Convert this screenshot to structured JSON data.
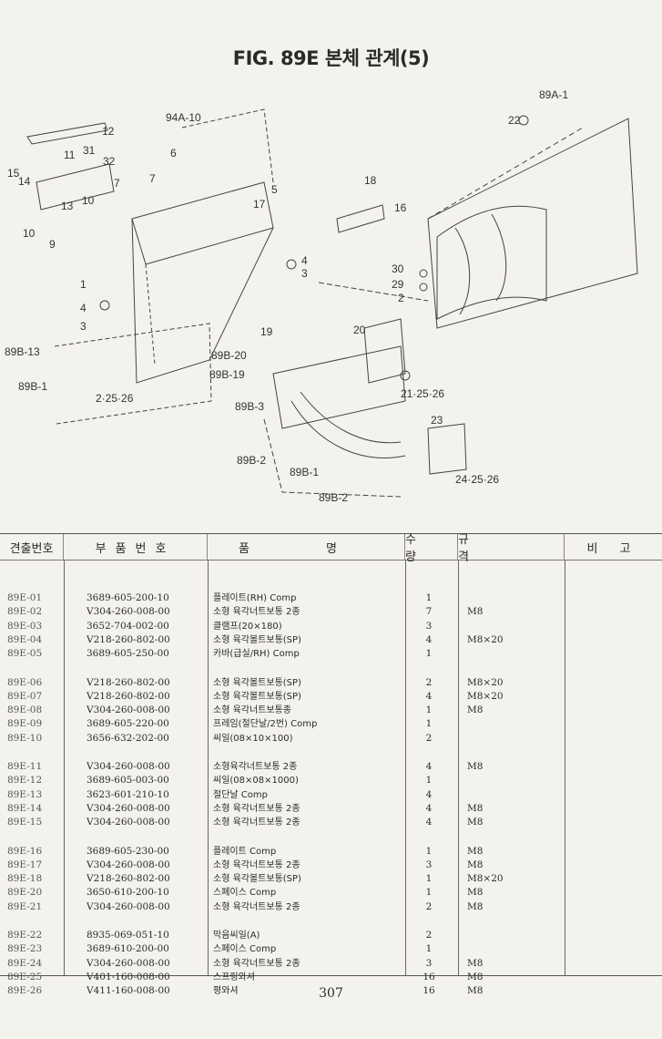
{
  "title": "FIG. 89E 본체 관계(5)",
  "diagram_labels": [
    "94A-10",
    "12",
    "6",
    "11",
    "31",
    "32",
    "15",
    "14",
    "7",
    "7",
    "5",
    "13",
    "10",
    "10",
    "9",
    "17",
    "18",
    "16",
    "89A-1",
    "22",
    "1",
    "4",
    "3",
    "4",
    "3",
    "30",
    "29",
    "2",
    "19",
    "20",
    "89B-13",
    "89B-20",
    "89B-19",
    "89B-1",
    "2·25·26",
    "21·25·26",
    "89B-3",
    "23",
    "89B-2",
    "89B-1",
    "24·25·26",
    "89B-2"
  ],
  "table": {
    "headers": [
      "견출번호",
      "부품번호",
      "품 명",
      "수 량",
      "규 격",
      "비 고"
    ],
    "rows": [
      {
        "no": "89E-01",
        "part": "3689-605-200-10",
        "name": "플레이트(RH) Comp",
        "qty": "1",
        "spec": ""
      },
      {
        "no": "89E-02",
        "part": "V304-260-008-00",
        "name": "소형 육각너트보통 2종",
        "qty": "7",
        "spec": "M8"
      },
      {
        "no": "89E-03",
        "part": "3652-704-002-00",
        "name": "클램프(20×180)",
        "qty": "3",
        "spec": ""
      },
      {
        "no": "89E-04",
        "part": "V218-260-802-00",
        "name": "소형 육각볼트보통(SP)",
        "qty": "4",
        "spec": "M8×20"
      },
      {
        "no": "89E-05",
        "part": "3689-605-250-00",
        "name": "카바(급실/RH) Comp",
        "qty": "1",
        "spec": ""
      },
      {
        "no": "89E-06",
        "part": "V218-260-802-00",
        "name": "소형 육각볼트보통(SP)",
        "qty": "2",
        "spec": "M8×20"
      },
      {
        "no": "89E-07",
        "part": "V218-260-802-00",
        "name": "소형 육각볼트보통(SP)",
        "qty": "4",
        "spec": "M8×20"
      },
      {
        "no": "89E-08",
        "part": "V304-260-008-00",
        "name": "소형 육각너트보통종",
        "qty": "1",
        "spec": "M8"
      },
      {
        "no": "89E-09",
        "part": "3689-605-220-00",
        "name": "프레임(절단날/2번) Comp",
        "qty": "1",
        "spec": ""
      },
      {
        "no": "89E-10",
        "part": "3656-632-202-00",
        "name": "씨일(08×10×100)",
        "qty": "2",
        "spec": ""
      },
      {
        "no": "89E-11",
        "part": "V304-260-008-00",
        "name": "소형육각너트보통 2종",
        "qty": "4",
        "spec": "M8"
      },
      {
        "no": "89E-12",
        "part": "3689-605-003-00",
        "name": "씨일(08×08×1000)",
        "qty": "1",
        "spec": ""
      },
      {
        "no": "89E-13",
        "part": "3623-601-210-10",
        "name": "절단날 Comp",
        "qty": "4",
        "spec": ""
      },
      {
        "no": "89E-14",
        "part": "V304-260-008-00",
        "name": "소형 육각너트보통 2종",
        "qty": "4",
        "spec": "M8"
      },
      {
        "no": "89E-15",
        "part": "V304-260-008-00",
        "name": "소형 육각너트보통 2종",
        "qty": "4",
        "spec": "M8"
      },
      {
        "no": "89E-16",
        "part": "3689-605-230-00",
        "name": "플레이트 Comp",
        "qty": "1",
        "spec": "M8"
      },
      {
        "no": "89E-17",
        "part": "V304-260-008-00",
        "name": "소형 육각너트보통 2종",
        "qty": "3",
        "spec": "M8"
      },
      {
        "no": "89E-18",
        "part": "V218-260-802-00",
        "name": "소형 육각볼트보통(SP)",
        "qty": "1",
        "spec": "M8×20"
      },
      {
        "no": "89E-20",
        "part": "3650-610-200-10",
        "name": "스페이스 Comp",
        "qty": "1",
        "spec": "M8"
      },
      {
        "no": "89E-21",
        "part": "V304-260-008-00",
        "name": "소형 육각너트보통 2종",
        "qty": "2",
        "spec": "M8"
      },
      {
        "no": "89E-22",
        "part": "8935-069-051-10",
        "name": "막음씨일(A)",
        "qty": "2",
        "spec": ""
      },
      {
        "no": "89E-23",
        "part": "3689-610-200-00",
        "name": "스페이스 Comp",
        "qty": "1",
        "spec": ""
      },
      {
        "no": "89E-24",
        "part": "V304-260-008-00",
        "name": "소형 육각너트보통 2종",
        "qty": "3",
        "spec": "M8"
      },
      {
        "no": "89E-25",
        "part": "V401-160-008-00",
        "name": "스프링와셔",
        "qty": "16",
        "spec": "M8"
      },
      {
        "no": "89E-26",
        "part": "V411-160-008-00",
        "name": "평와셔",
        "qty": "16",
        "spec": "M8"
      }
    ]
  },
  "page_number": "307"
}
